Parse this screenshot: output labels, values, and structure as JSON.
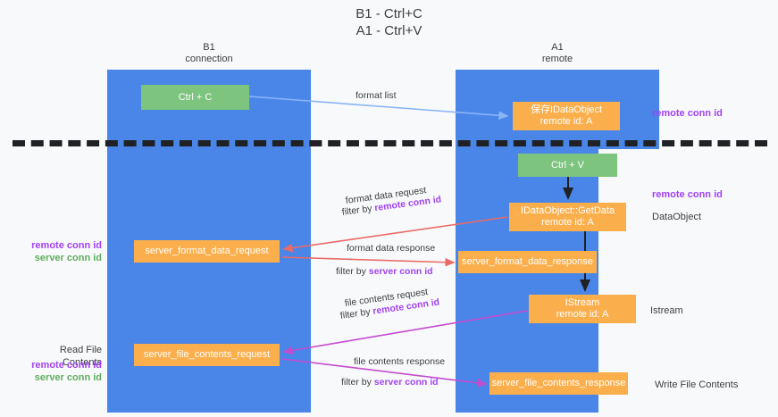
{
  "title": {
    "line1": "B1 - Ctrl+C",
    "line2": "A1 - Ctrl+V"
  },
  "columns": [
    {
      "name": "B1",
      "subtitle": "connection"
    },
    {
      "name": "A1",
      "subtitle": "remote"
    }
  ],
  "nodes": {
    "ctrl_c": {
      "label": "Ctrl + C",
      "color": "#7dc47f"
    },
    "idataobject": {
      "line1": "保存IDataObject",
      "line2": "remote id: A",
      "color": "#fbaf4c"
    },
    "ctrl_v": {
      "label": "Ctrl + V",
      "color": "#7dc47f"
    },
    "getdata": {
      "line1": "IDataObject::GetData",
      "line2": "remote id: A",
      "color": "#fbaf4c"
    },
    "server_format_data_request": {
      "label": "server_format_data_request",
      "color": "#fbaf4c"
    },
    "server_format_data_response": {
      "label": "server_format_data_response",
      "color": "#fbaf4c"
    },
    "istream": {
      "line1": "IStream",
      "line2": "remote id: A",
      "color": "#fbaf4c"
    },
    "server_file_contents_request": {
      "label": "server_file_contents_request",
      "color": "#fbaf4c"
    },
    "server_file_contents_response": {
      "label": "server_file_contents_response",
      "color": "#fbaf4c"
    }
  },
  "side_labels": {
    "remote_conn_id_top": "remote conn id",
    "remote_conn_id_mid": "remote conn id",
    "dataobject": "DataObject",
    "istream": "Istream",
    "write_file_contents": "Write File Contents",
    "read_file_contents": "Read File Contents",
    "remote_conn_id": "remote conn id",
    "server_conn_id": "server conn id"
  },
  "edge_labels": {
    "format_list": "format list",
    "format_data_request": "format data request",
    "filter_by": "filter by",
    "remote_conn_id": "remote conn id",
    "format_data_response": "format data response",
    "server_conn_id": "server conn id",
    "file_contents_request": "file contents request",
    "file_contents_response": "file contents response"
  },
  "colors": {
    "lane": "#4a86e8",
    "green_node": "#7dc47f",
    "orange_node": "#fbaf4c",
    "purple_text": "#a142f4",
    "green_text": "#60ad5e",
    "arrow_light_blue": "#8ab4f8",
    "arrow_red": "#ea6a66",
    "arrow_magenta": "#c44ad0",
    "arrow_black": "#202124",
    "background": "#f8f9fa"
  }
}
